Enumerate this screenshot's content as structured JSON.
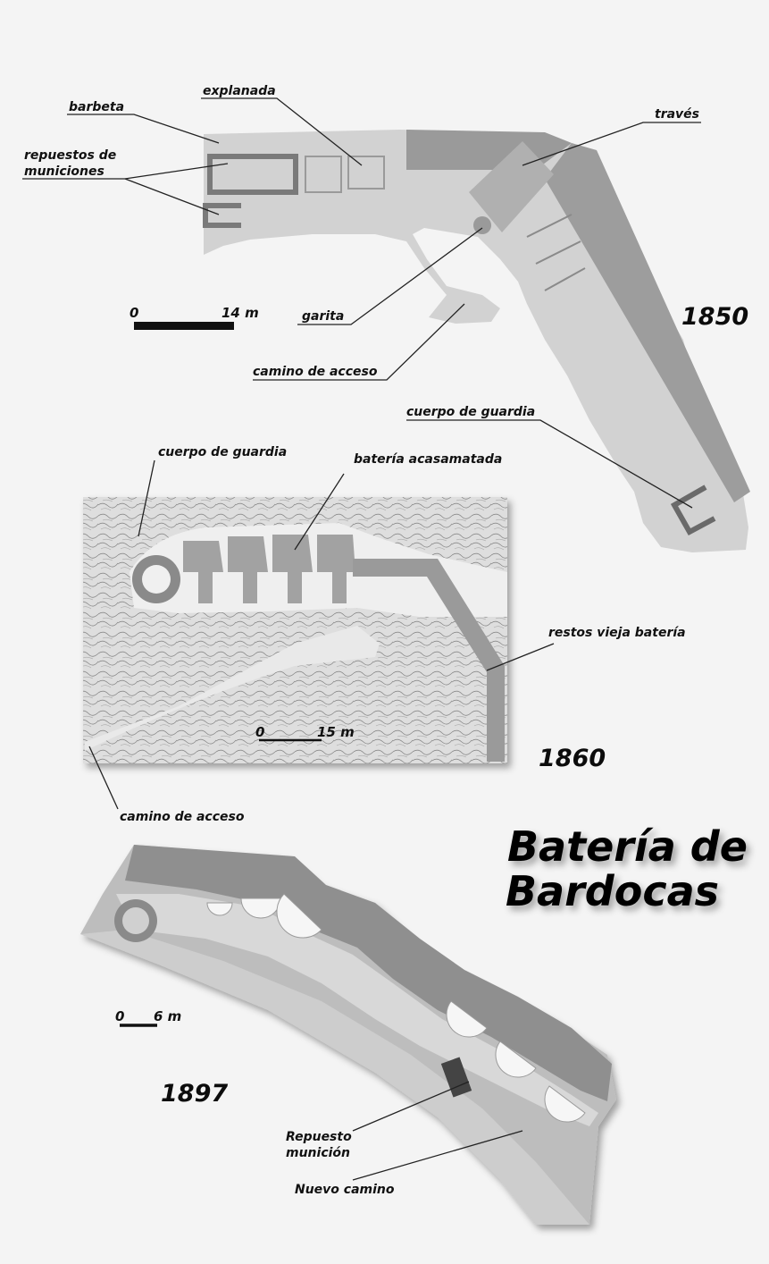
{
  "title": {
    "line1": "Batería de",
    "line2": "Bardocas"
  },
  "plan_1850": {
    "year": "1850",
    "labels": {
      "barbeta": "barbeta",
      "explanada": "explanada",
      "repuestos_line1": "repuestos de",
      "repuestos_line2": "municiones",
      "traves": "través",
      "garita": "garita",
      "camino": "camino de acceso",
      "cuerpo": "cuerpo de guardia"
    },
    "scale": {
      "start": "0",
      "end": "14 m"
    }
  },
  "plan_1860": {
    "year": "1860",
    "labels": {
      "cuerpo": "cuerpo de guardia",
      "bateria": "batería acasamatada",
      "restos": "restos vieja batería",
      "camino": "camino de acceso"
    },
    "scale": {
      "start": "0",
      "end": "15 m"
    }
  },
  "plan_1897": {
    "year": "1897",
    "labels": {
      "repuesto_line1": "Repuesto",
      "repuesto_line2": "munición",
      "nuevo": "Nuevo camino"
    },
    "scale": {
      "start": "0",
      "end": "6 m"
    }
  }
}
